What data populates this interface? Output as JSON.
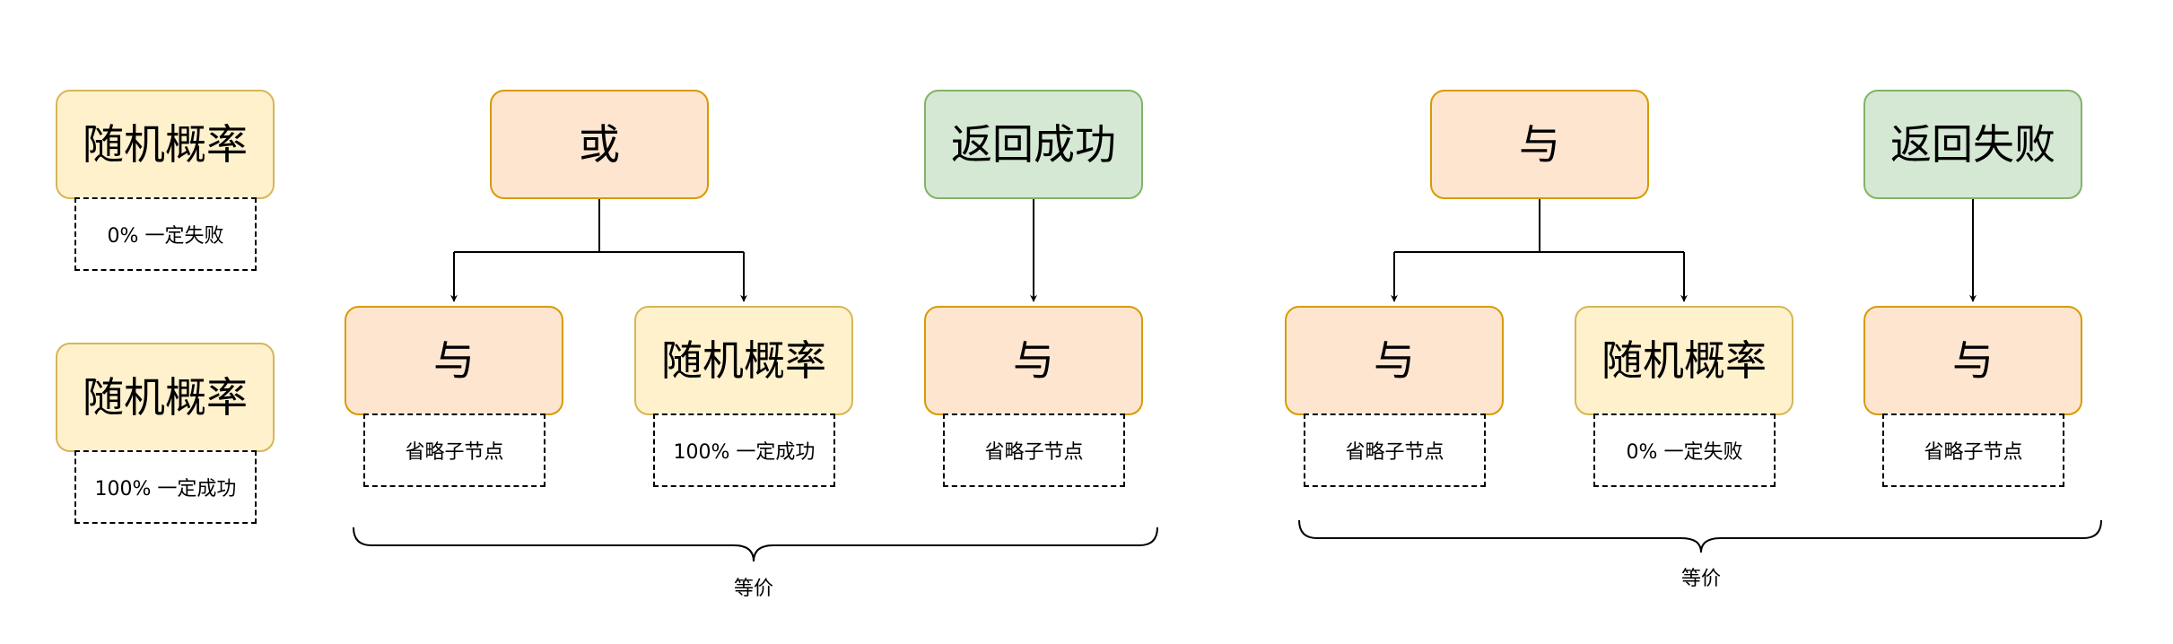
{
  "legend": {
    "top": {
      "node": "随机概率",
      "note": "0% 一定失败"
    },
    "bottom": {
      "node": "随机概率",
      "note": "100% 一定成功"
    }
  },
  "left_group": {
    "or_node": "或",
    "and_child": "与",
    "and_child_note": "省略子节点",
    "random_child": "随机概率",
    "random_child_note": "100% 一定成功",
    "success_node": "返回成功",
    "success_child": "与",
    "success_child_note": "省略子节点",
    "equivalent_label": "等价"
  },
  "right_group": {
    "and_node": "与",
    "and_child": "与",
    "and_child_note": "省略子节点",
    "random_child": "随机概率",
    "random_child_note": "0% 一定失败",
    "fail_node": "返回失败",
    "fail_child": "与",
    "fail_child_note": "省略子节点",
    "equivalent_label": "等价"
  },
  "colors": {
    "composite_fill": "#fde5cf",
    "composite_border": "#d79b00",
    "random_fill": "#fff1cc",
    "random_border": "#d6b656",
    "result_fill": "#d5e8d4",
    "result_border": "#82b366"
  }
}
